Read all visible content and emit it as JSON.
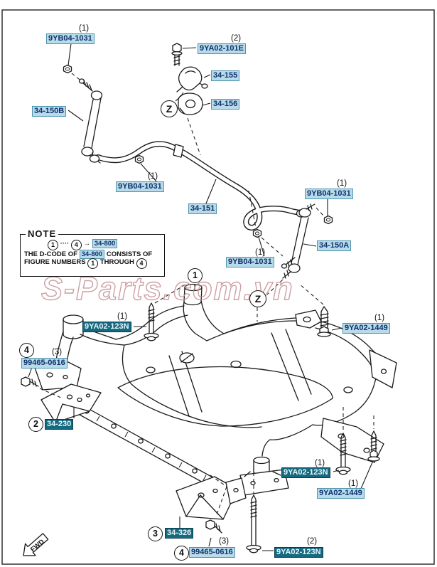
{
  "page": {
    "watermark": "S-Parts.com.vn",
    "fwd_label": "FWD",
    "zoom_marker": "Z"
  },
  "note": {
    "title": "NOTE",
    "dots": "····",
    "arrow": "→",
    "line2_prefix": "THE D-CODE OF",
    "line2_suffix": "CONSISTS OF",
    "line3_prefix": "FIGURE NUMBERS",
    "line3_mid": "THROUGH"
  },
  "codes": {
    "stab_bar": "34-151",
    "link_left": "34-150B",
    "link_right": "34-150A",
    "bracket_clamp": "34-155",
    "bushing": "34-156",
    "nut": "9YB04-1031",
    "bolt_bracket": "9YA02-101E",
    "bolt_long": "9YA02-123N",
    "bolt_screw": "9YA02-1449",
    "bolt_small": "99465-0616",
    "gusset_left": "34-230",
    "gusset_front": "34-326",
    "crossmember": "34-800"
  },
  "qty": {
    "one": "(1)",
    "two": "(2)",
    "three": "(3)",
    "four": "(4)"
  },
  "figure_refs": {
    "n1": "1",
    "n2": "2",
    "n3": "3",
    "n4": "4"
  }
}
